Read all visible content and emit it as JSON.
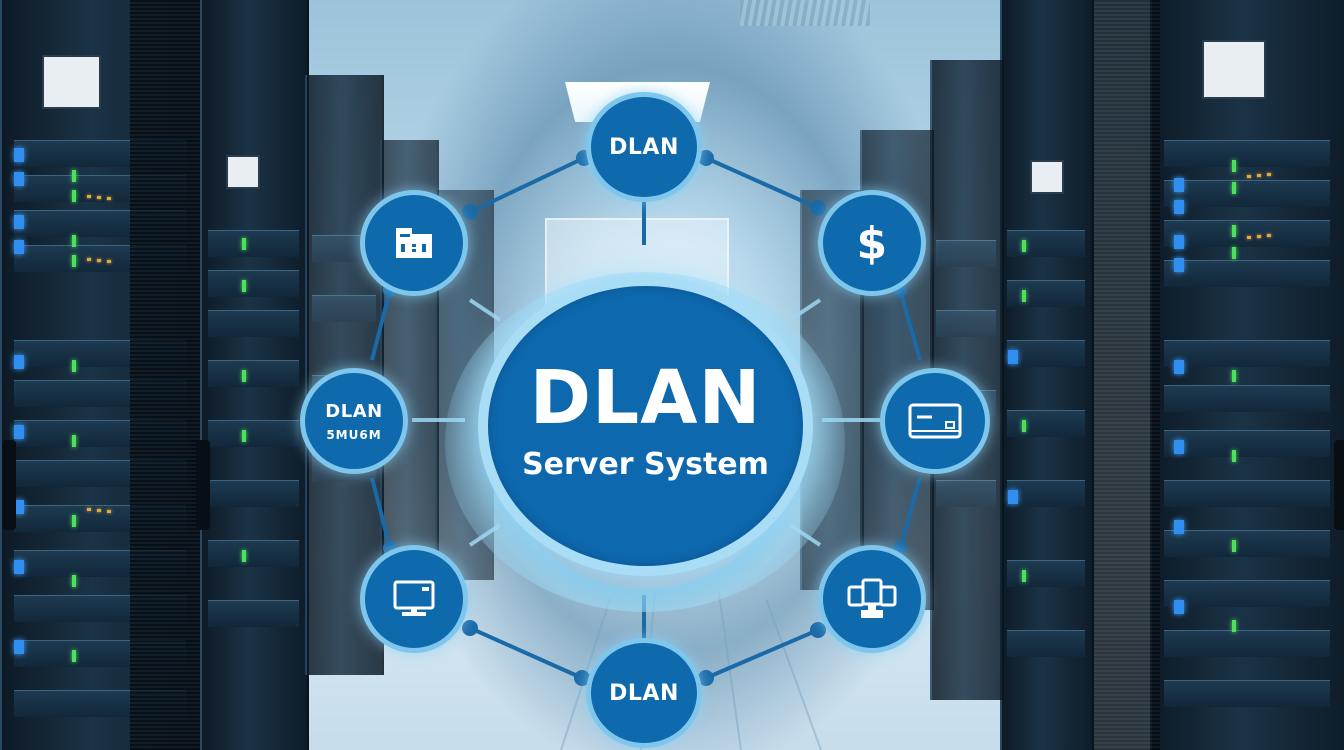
{
  "hub": {
    "title": "DLAN",
    "subtitle": "Server System"
  },
  "nodes": {
    "top": {
      "label": "DLAN"
    },
    "bottom": {
      "label": "DLAN"
    },
    "left": {
      "label": "DLAN",
      "sublabel": "5MU6M"
    },
    "top_left": {
      "icon": "building-icon"
    },
    "top_right": {
      "icon": "dollar-icon",
      "glyph": "$"
    },
    "right": {
      "icon": "credit-card-icon"
    },
    "bottom_left": {
      "icon": "monitor-icon"
    },
    "bottom_right": {
      "icon": "network-computers-icon"
    }
  },
  "colors": {
    "node_fill": "#0f69ad",
    "node_ring": "#7fc6ec",
    "hub_ring": "#a9dcf5",
    "connector": "#1a6aa8",
    "led_green": "#4de05a",
    "led_blue": "#2f8ef0",
    "led_orange": "#e6a640"
  }
}
